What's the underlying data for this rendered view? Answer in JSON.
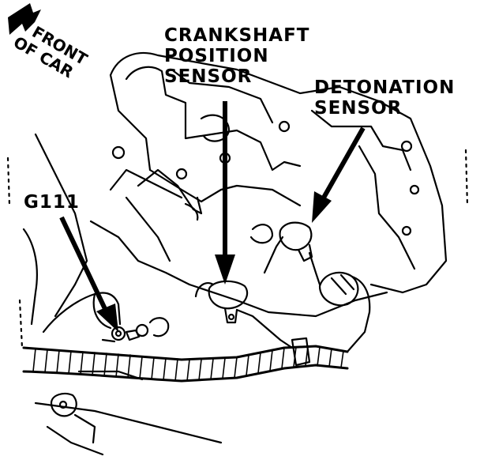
{
  "labels": {
    "front_line1": "FRONT",
    "front_line2": "OF CAR",
    "crankshaft_line1": "CRANKSHAFT",
    "crankshaft_line2": "POSITION",
    "crankshaft_line3": "SENSOR",
    "detonation_line1": "DETONATION",
    "detonation_line2": "SENSOR",
    "ground": "G111"
  }
}
